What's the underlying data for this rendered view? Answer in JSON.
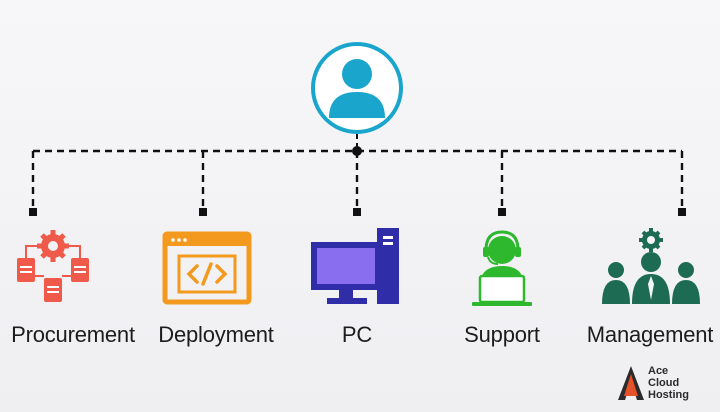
{
  "diagram": {
    "root": {
      "icon": "user-avatar-icon",
      "color": "#1aa5cc"
    },
    "nodes": [
      {
        "id": "procurement",
        "label": "Procurement",
        "icon": "procurement-gear-documents-icon",
        "color": "#ef5a4a"
      },
      {
        "id": "deployment",
        "label": "Deployment",
        "icon": "code-window-icon",
        "color": "#f39a1e"
      },
      {
        "id": "pc",
        "label": "PC",
        "icon": "desktop-computer-icon",
        "color": "#2f2ea8"
      },
      {
        "id": "support",
        "label": "Support",
        "icon": "headset-agent-laptop-icon",
        "color": "#2eb82e"
      },
      {
        "id": "management",
        "label": "Management",
        "icon": "team-gear-icon",
        "color": "#1d6b52"
      }
    ]
  },
  "logo": {
    "lines": [
      "Ace",
      "Cloud",
      "Hosting"
    ],
    "color": "#e4512a"
  }
}
